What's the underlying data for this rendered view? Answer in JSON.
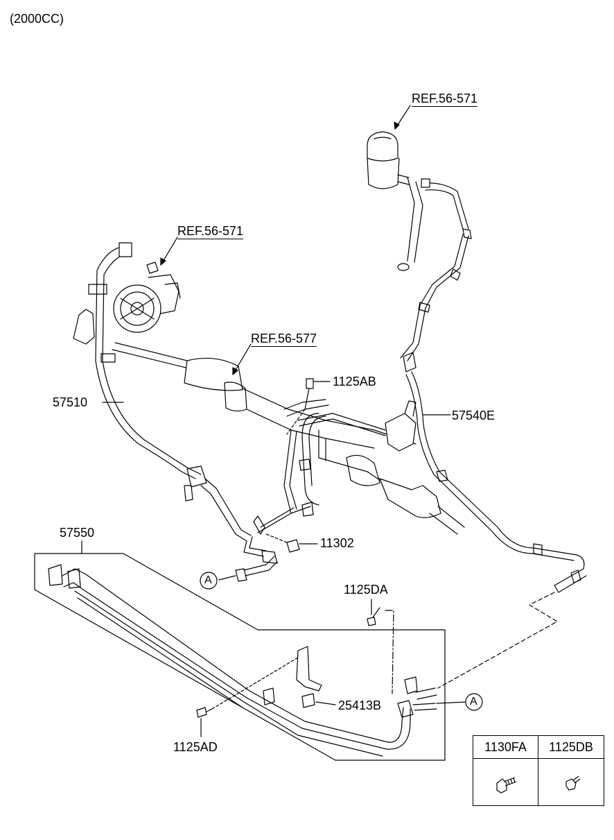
{
  "header": {
    "variant": "(2000CC)"
  },
  "references": {
    "reservoir": "REF.56-571",
    "pump": "REF.56-571",
    "gear_box": "REF.56-577"
  },
  "parts": {
    "pressure_hose": "57510",
    "return_hose": "57540E",
    "cooler_tube": "57550",
    "bolt_gear": "1125AB",
    "nut": "11302",
    "bolt_upper": "1125DA",
    "bracket": "25413B",
    "bolt_lower": "1125AD"
  },
  "callouts": {
    "connector": "A"
  },
  "legend": {
    "columns": [
      "1130FA",
      "1125DB"
    ]
  }
}
